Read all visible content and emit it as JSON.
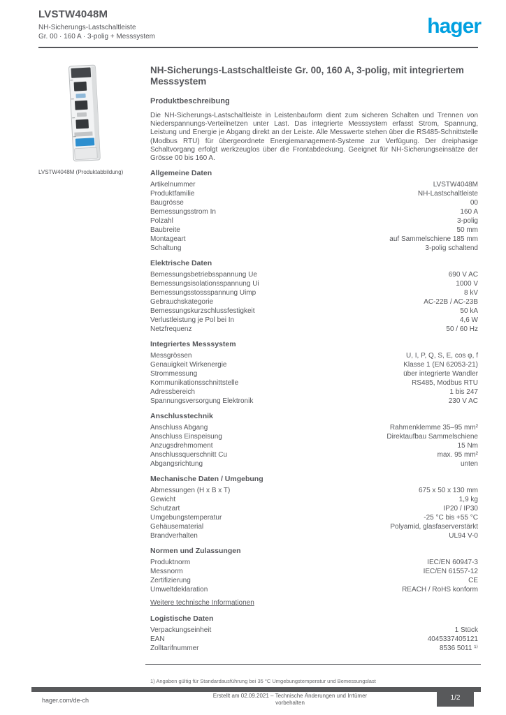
{
  "colors": {
    "accent_logo_blue": "#00a0e0",
    "body_text_gray": "#55565a",
    "footer_bar_gray": "#58595b",
    "product_label_blue": "#2e8fcf"
  },
  "header": {
    "product_ref": "LVSTW4048M",
    "product_line1": "NH-Sicherungs-Lastschaltleiste",
    "product_line2": "Gr. 00 · 160 A · 3-polig + Messsystem",
    "logo_text": "hager"
  },
  "product_panel": {
    "caption": "LVSTW4048M (Produktabbildung)"
  },
  "main": {
    "title": "NH-Sicherungs-Lastschaltleiste Gr. 00, 160 A, 3-polig, mit integriertem Messsystem",
    "intro_heading": "Produktbeschreibung",
    "description": "Die NH-Sicherungs-Lastschaltleiste in Leistenbauform dient zum sicheren Schalten und Trennen von Niederspannungs-Verteilnetzen unter Last. Das integrierte Messsystem erfasst Strom, Spannung, Leistung und Energie je Abgang direkt an der Leiste. Alle Messwerte stehen über die RS485-Schnittstelle (Modbus RTU) für übergeordnete Energiemanagement-Systeme zur Verfügung. Der dreiphasige Schaltvorgang erfolgt werkzeuglos über die Frontabdeckung. Geeignet für NH-Sicherungseinsätze der Grösse 00 bis 160 A.",
    "sections": [
      {
        "heading": "Allgemeine Daten",
        "rows": [
          {
            "label": "Artikelnummer",
            "value": "LVSTW4048M"
          },
          {
            "label": "Produktfamilie",
            "value": "NH-Lastschaltleiste"
          },
          {
            "label": "Baugrösse",
            "value": "00"
          },
          {
            "label": "Bemessungsstrom In",
            "value": "160 A"
          },
          {
            "label": "Polzahl",
            "value": "3-polig"
          },
          {
            "label": "Baubreite",
            "value": "50 mm"
          },
          {
            "label": "Montageart",
            "value": "auf Sammelschiene 185 mm"
          },
          {
            "label": "Schaltung",
            "value": "3-polig schaltend"
          }
        ]
      },
      {
        "heading": "Elektrische Daten",
        "rows": [
          {
            "label": "Bemessungsbetriebsspannung Ue",
            "value": "690 V AC"
          },
          {
            "label": "Bemessungsisolationsspannung Ui",
            "value": "1000 V"
          },
          {
            "label": "Bemessungsstossspannung Uimp",
            "value": "8 kV"
          },
          {
            "label": "Gebrauchskategorie",
            "value": "AC-22B / AC-23B"
          },
          {
            "label": "Bemessungskurzschlussfestigkeit",
            "value": "50 kA"
          },
          {
            "label": "Verlustleistung je Pol bei In",
            "value": "4,6 W"
          },
          {
            "label": "Netzfrequenz",
            "value": "50 / 60 Hz"
          }
        ]
      },
      {
        "heading": "Integriertes Messsystem",
        "rows": [
          {
            "label": "Messgrössen",
            "value": "U, I, P, Q, S, E, cos φ, f"
          },
          {
            "label": "Genauigkeit Wirkenergie",
            "value": "Klasse 1 (EN 62053-21)"
          },
          {
            "label": "Strommessung",
            "value": "über integrierte Wandler"
          },
          {
            "label": "Kommunikationsschnittstelle",
            "value": "RS485, Modbus RTU"
          },
          {
            "label": "Adressbereich",
            "value": "1 bis 247"
          },
          {
            "label": "Spannungsversorgung Elektronik",
            "value": "230 V AC"
          }
        ]
      },
      {
        "heading": "Anschlusstechnik",
        "rows": [
          {
            "label": "Anschluss Abgang",
            "value": "Rahmenklemme 35–95 mm²"
          },
          {
            "label": "Anschluss Einspeisung",
            "value": "Direktaufbau Sammelschiene"
          },
          {
            "label": "Anzugsdrehmoment",
            "value": "15 Nm"
          },
          {
            "label": "Anschlussquerschnitt Cu",
            "value": "max. 95 mm²"
          },
          {
            "label": "Abgangsrichtung",
            "value": "unten"
          }
        ]
      },
      {
        "heading": "Mechanische Daten / Umgebung",
        "rows": [
          {
            "label": "Abmessungen (H x B x T)",
            "value": "675 x 50 x 130 mm"
          },
          {
            "label": "Gewicht",
            "value": "1,9 kg"
          },
          {
            "label": "Schutzart",
            "value": "IP20 / IP30"
          },
          {
            "label": "Umgebungstemperatur",
            "value": "-25 °C bis +55 °C"
          },
          {
            "label": "Gehäusematerial",
            "value": "Polyamid, glasfaserverstärkt"
          },
          {
            "label": "Brandverhalten",
            "value": "UL94 V-0"
          }
        ]
      },
      {
        "heading": "Normen und Zulassungen",
        "rows": [
          {
            "label": "Produktnorm",
            "value": "IEC/EN 60947-3"
          },
          {
            "label": "Messnorm",
            "value": "IEC/EN 61557-12"
          },
          {
            "label": "Zertifizierung",
            "value": "CE"
          },
          {
            "label": "Umweltdeklaration",
            "value": "REACH / RoHS konform"
          }
        ]
      },
      {
        "heading": "Logistische Daten",
        "rows": [
          {
            "label": "Verpackungseinheit",
            "value": "1 Stück"
          },
          {
            "label": "EAN",
            "value": "4045337405121"
          },
          {
            "label": "Zolltarifnummer",
            "value": "8536 5011 ¹⁾"
          }
        ]
      }
    ],
    "more_info_link": "Weitere technische Informationen",
    "footnote": "1) Angaben gültig für Standardausführung bei 35 °C Umgebungstemperatur und Bemessungslast"
  },
  "footer": {
    "website": "hager.com/de-ch",
    "center_text": "Erstellt am 02.09.2021 – Technische Änderungen und Irrtümer vorbehalten",
    "page_indicator": "1/2"
  }
}
